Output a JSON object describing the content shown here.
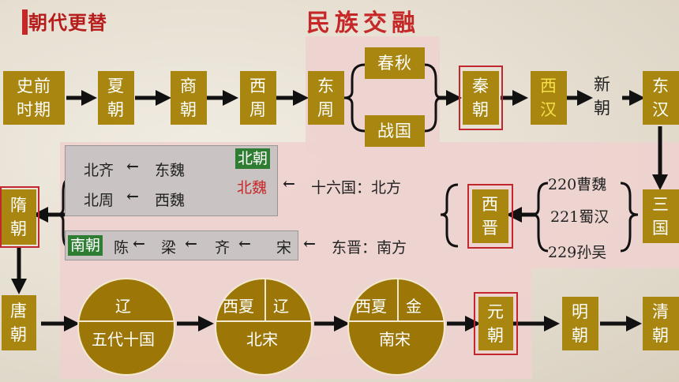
{
  "header": {
    "title": "朝代更替",
    "headline": "民族交融"
  },
  "row1": {
    "prehistoric": "史前\n时期",
    "xia": "夏\n朝",
    "shang": "商\n朝",
    "western_zhou": "西\n周",
    "eastern_zhou": "东\n周",
    "spring_autumn": "春秋",
    "warring_states": "战国",
    "qin": "秦\n朝",
    "western_han": "西\n汉",
    "xin": "新\n朝",
    "eastern_han": "东\n汉"
  },
  "three_kingdoms": {
    "label": "三\n国",
    "wei": "220曹魏",
    "shu": "221蜀汉",
    "wu": "229孙吴"
  },
  "western_jin": "西\n晋",
  "north": {
    "sixteen": "十六国：北方",
    "northern_dynasties_label": "北朝",
    "northern_wei": "北魏",
    "eastern_wei": "东魏",
    "western_wei": "西魏",
    "northern_qi": "北齐",
    "northern_zhou": "北周"
  },
  "south": {
    "eastern_jin": "东晋：南方",
    "southern_dynasties_label": "南朝",
    "song": "宋",
    "qi": "齐",
    "liang": "梁",
    "chen": "陈"
  },
  "sui": "隋\n朝",
  "tang": "唐\n朝",
  "circles": {
    "c1_top": "辽",
    "c1_bottom": "五代十国",
    "c2_top_left": "西夏",
    "c2_top_right": "辽",
    "c2_bottom": "北宋",
    "c3_top_left": "西夏",
    "c3_top_right": "金",
    "c3_bottom": "南宋"
  },
  "yuan": "元\n朝",
  "ming": "明\n朝",
  "qing": "清\n朝",
  "arrow_symbols": {
    "left_arrow": "←"
  },
  "colors": {
    "gold": "#a8860f",
    "red": "#c62828",
    "pink": "#eed2cf",
    "green": "#2f7d32"
  }
}
